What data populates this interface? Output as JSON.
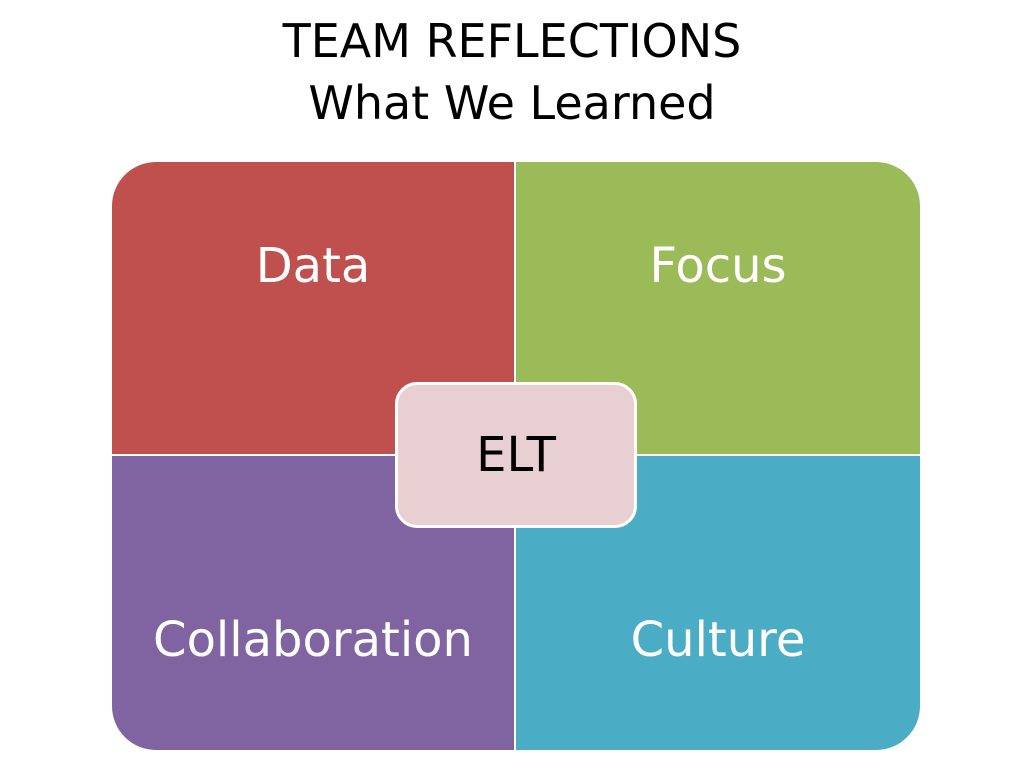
{
  "title": {
    "line1": "TEAM REFLECTIONS",
    "line2": "What We Learned"
  },
  "quadrants": {
    "top_left": {
      "label": "Data",
      "color": "#c0504d"
    },
    "top_right": {
      "label": "Focus",
      "color": "#9bbb59"
    },
    "bottom_left": {
      "label": "Collaboration",
      "color": "#8064a2"
    },
    "bottom_right": {
      "label": "Culture",
      "color": "#4bacc6"
    }
  },
  "center": {
    "label": "ELT",
    "color": "#e8d0d2"
  }
}
